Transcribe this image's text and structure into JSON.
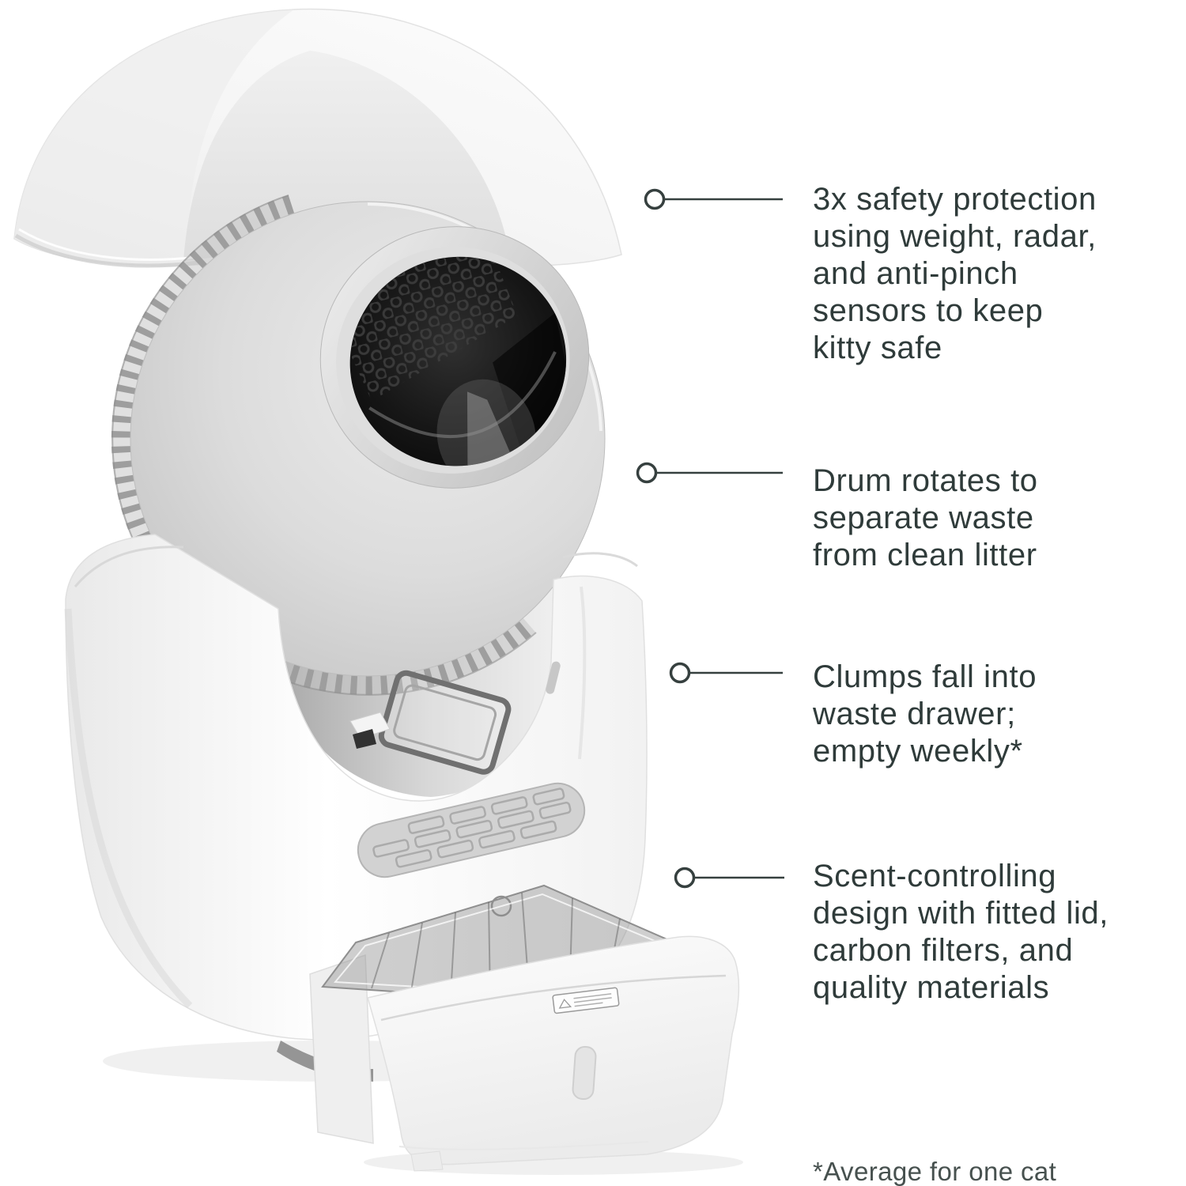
{
  "product": {
    "type": "self-cleaning-litter-box-exploded-view"
  },
  "callouts": [
    {
      "lines": [
        "3x safety protection",
        "using weight, radar,",
        "and anti-pinch",
        "sensors to keep",
        "kitty safe"
      ]
    },
    {
      "lines": [
        "Drum rotates to",
        "separate waste",
        "from clean litter"
      ]
    },
    {
      "lines": [
        "Clumps fall into",
        "waste drawer;",
        "empty weekly*"
      ]
    },
    {
      "lines": [
        "Scent-controlling",
        "design with fitted lid,",
        "carbon filters, and",
        "quality materials"
      ]
    }
  ],
  "footnote": "*Average for one cat",
  "colors": {
    "background": "#ffffff",
    "text": "#2f3b3a",
    "footnote_text": "#47514f",
    "connector": "#36403f",
    "drum_gray": "#d6d6d6",
    "teeth_gray": "#a0a0a0",
    "opening_interior": "#151515",
    "pad_gray": "#d2d2d2"
  }
}
